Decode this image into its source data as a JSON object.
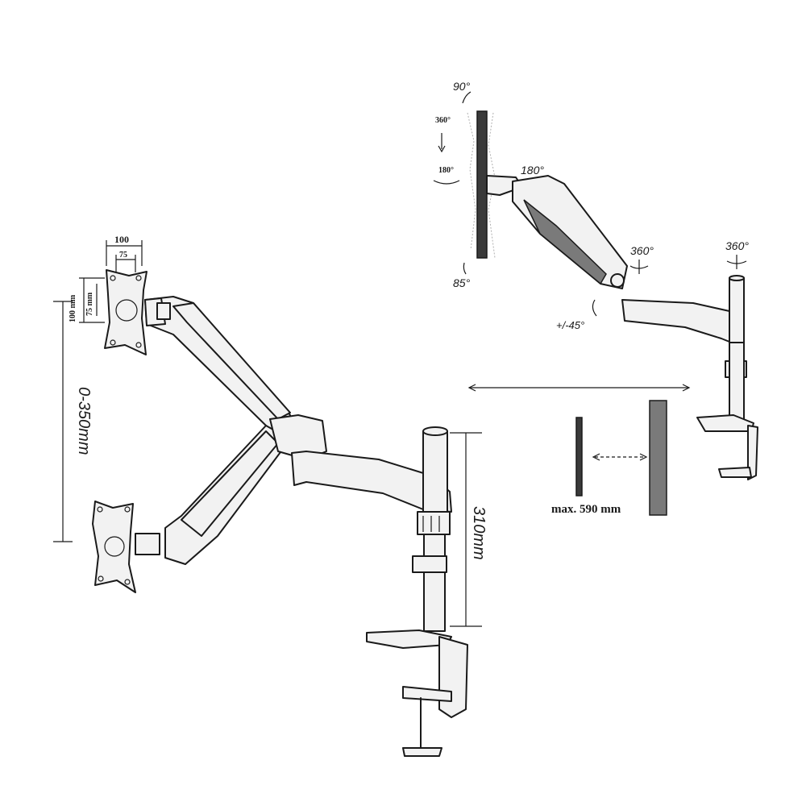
{
  "labels": {
    "vesa_large": "100",
    "vesa_small": "75",
    "vesa_large_v": "100 mm",
    "vesa_small_v": "75 mm",
    "height_range": "0-350mm",
    "pole_height": "310mm",
    "max_depth": "max. 590 mm",
    "tilt_up": "90°",
    "tilt_down": "85°",
    "rotate": "360°",
    "swivel_head": "180°",
    "swivel_head_top": "180°",
    "joint_rotate": "360°",
    "pole_rotate": "360°",
    "arm_tilt": "+/-45°"
  }
}
